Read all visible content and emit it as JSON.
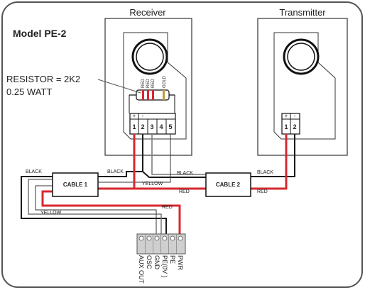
{
  "model": "Model PE-2",
  "receiver_label": "Receiver",
  "transmitter_label": "Transmitter",
  "resistor": {
    "line1": "RESISTOR = 2K2",
    "line2": "0.25 WATT",
    "bands": [
      "RED",
      "RED",
      "RED",
      "GOLD"
    ]
  },
  "receiver_terminals": {
    "signs": [
      "+",
      "-"
    ],
    "numbers": [
      "1",
      "2",
      "3",
      "4",
      "5"
    ]
  },
  "transmitter_terminals": {
    "signs": [
      "+",
      "-"
    ],
    "numbers": [
      "1",
      "2"
    ]
  },
  "cable1": "CABLE 1",
  "cable2": "CABLE 2",
  "wire_labels": {
    "black_left_top": "BLACK",
    "black_cable1_right": "BLACK",
    "black_mid": "BLACK",
    "black_right": "BLACK",
    "yellow_mid": "YELLOW",
    "yellow_low": "YELLOW",
    "red_mid": "RED",
    "red_right": "RED",
    "red_low": "RED"
  },
  "panel_terminals": [
    "AUX OUT",
    "OSC",
    "GND",
    "PE(0V )",
    "PE",
    "PWR"
  ],
  "colors": {
    "red": "#d7282f",
    "black": "#1a1a1a",
    "border": "#555555",
    "terminal_green": "#bfbfbf"
  }
}
